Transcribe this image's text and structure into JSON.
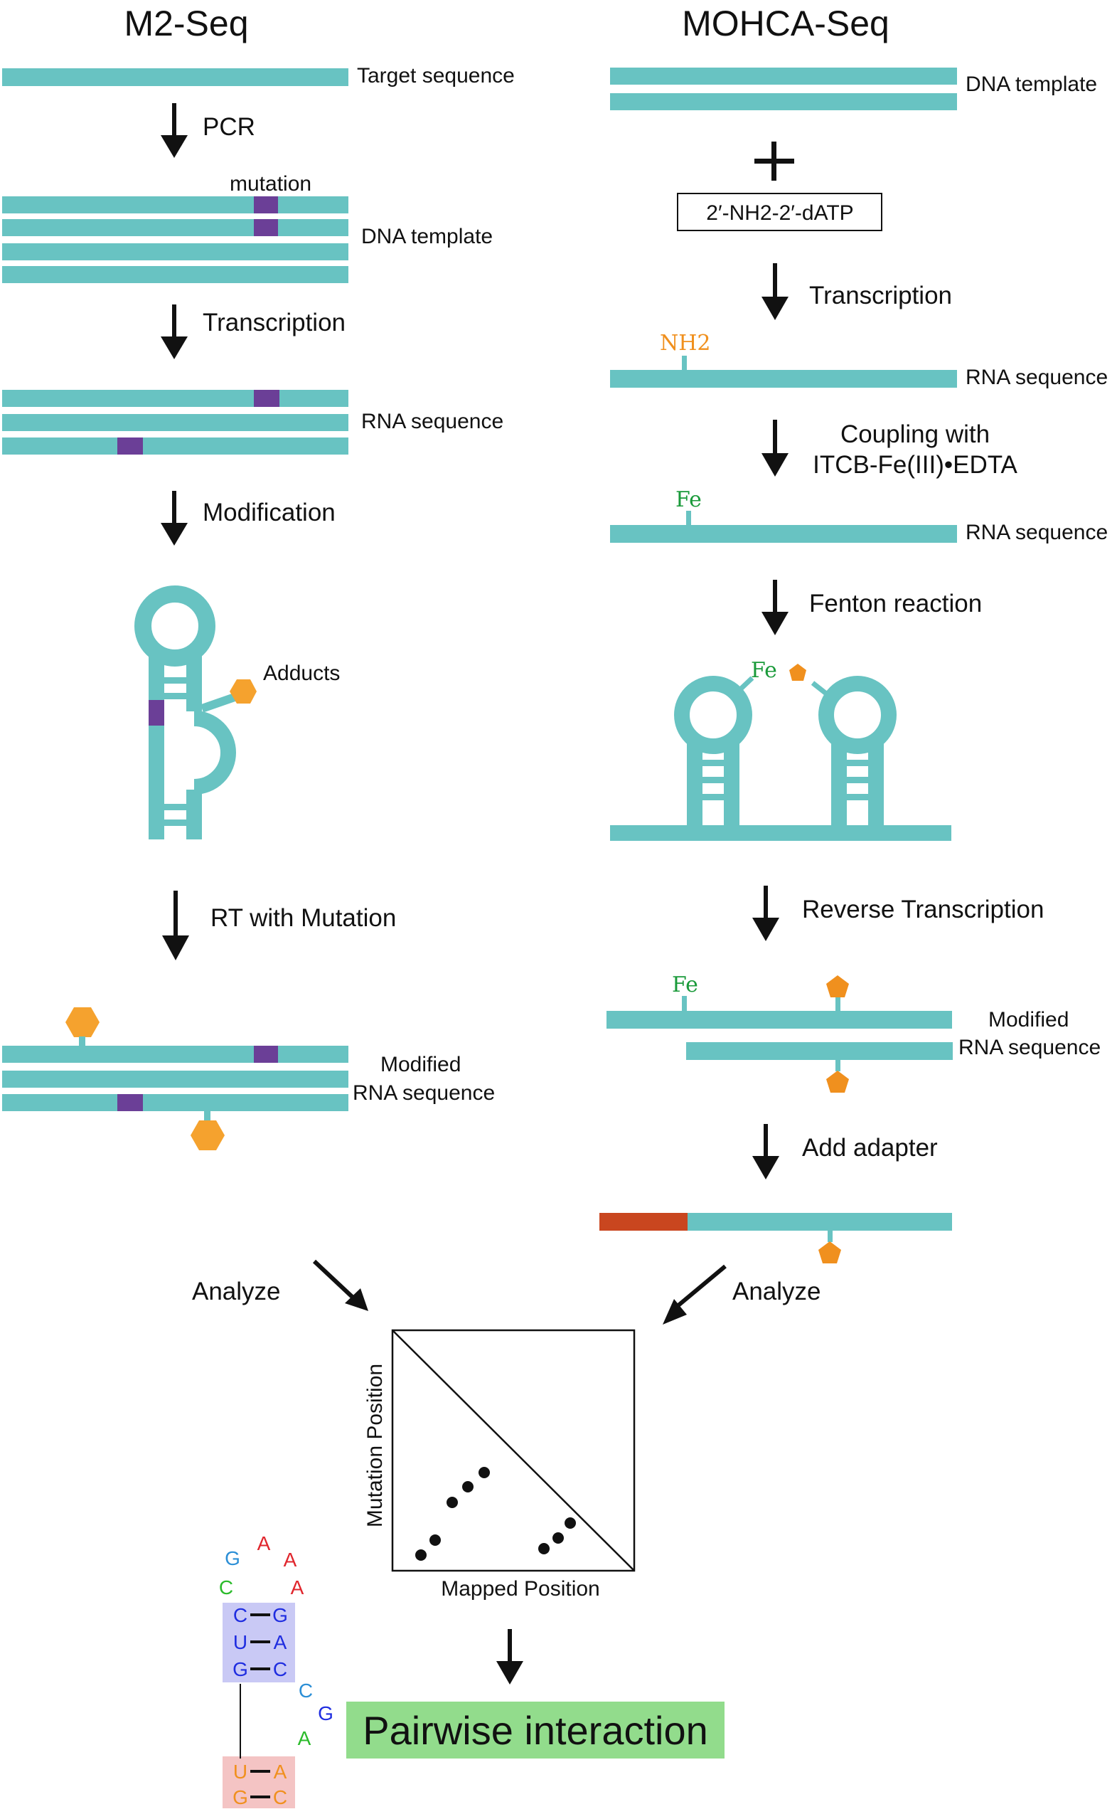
{
  "m2seq": {
    "title": "M2-Seq",
    "target_sequence": "Target sequence",
    "pcr": "PCR",
    "mutation": "mutation",
    "dna_template": "DNA template",
    "transcription": "Transcription",
    "rna_sequence": "RNA sequence",
    "modification": "Modification",
    "adducts": "Adducts",
    "rt_with_mutation": "RT with Mutation",
    "modified": "Modified",
    "modified_rna_sequence": "RNA sequence",
    "analyze": "Analyze"
  },
  "mohcaseq": {
    "title": "MOHCA-Seq",
    "dna_template": "DNA template",
    "plus": "+",
    "reagent": "2′-NH2-2′-dATP",
    "transcription": "Transcription",
    "nh2": "NH2",
    "rna_sequence_1": "RNA sequence",
    "coupling_line1": "Coupling with",
    "coupling_line2": "ITCB-Fe(III)•EDTA",
    "fe_1": "Fe",
    "rna_sequence_2": "RNA sequence",
    "fenton": "Fenton reaction",
    "fe_2": "Fe",
    "reverse_transcription": "Reverse Transcription",
    "fe_3": "Fe",
    "modified": "Modified",
    "modified_rna_sequence": "RNA sequence",
    "add_adapter": "Add adapter",
    "analyze": "Analyze"
  },
  "plot": {
    "xlabel": "Mapped Position",
    "ylabel": "Mutation Position"
  },
  "result": {
    "label": "Pairwise interaction"
  },
  "hairpin": {
    "loop": [
      "G",
      "A",
      "A",
      "C",
      "A"
    ],
    "stem_top": [
      {
        "left": "C",
        "right": "G"
      },
      {
        "left": "U",
        "right": "A"
      },
      {
        "left": "G",
        "right": "C"
      }
    ],
    "linker": [
      "C",
      "G",
      "A"
    ],
    "stem_bottom": [
      {
        "left": "U",
        "right": "A"
      },
      {
        "left": "G",
        "right": "C"
      }
    ]
  },
  "colors": {
    "strand": "#68c3c2",
    "mutation": "#6b3f97",
    "adduct": "#f5a22e",
    "adapter": "#c9461f",
    "result_bg": "#92dc8c",
    "box_blue": "#c9c9f5",
    "box_pink": "#f4c4c4",
    "nuc_red": "#e0262d",
    "nuc_green": "#2bbb2b",
    "nuc_blue": "#1f2de0",
    "nuc_cyan": "#2c8fd6",
    "nuc_orange": "#f0901e"
  }
}
